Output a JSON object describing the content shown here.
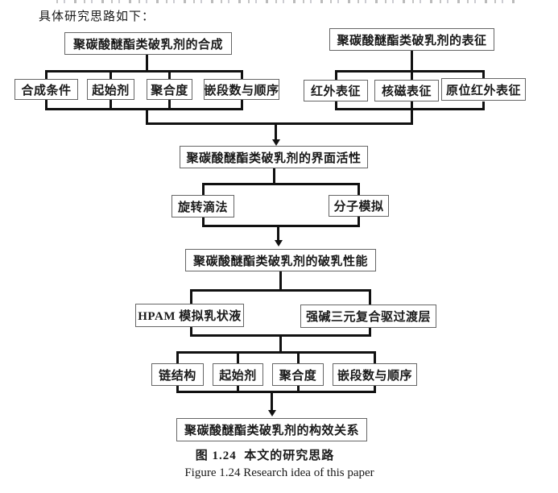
{
  "intro": {
    "text": "具体研究思路如下："
  },
  "figure": {
    "caption_zh": "图 1.24  本文的研究思路",
    "caption_en": "Figure 1.24 Research idea of this paper"
  },
  "nodes": {
    "synthesis": "聚碳酸醚酯类破乳剂的合成",
    "characterization": "聚碳酸醚酯类破乳剂的表征",
    "synthesis_condition": "合成条件",
    "initiator_1": "起始剂",
    "polymerization_degree_1": "聚合度",
    "block_number_order_1": "嵌段数与顺序",
    "ir_characterization": "红外表征",
    "nmr_characterization": "核磁表征",
    "in_situ_ir_characterization": "原位红外表征",
    "interfacial_activity": "聚碳酸醚酯类破乳剂的界面活性",
    "spinning_drop_method": "旋转滴法",
    "molecular_simulation": "分子模拟",
    "demulsification_performance": "聚碳酸醚酯类破乳剂的破乳性能",
    "hpam_emulsion": "HPAM 模拟乳状液",
    "asp_transition_layer": "强碱三元复合驱过渡层",
    "chain_structure": "链结构",
    "initiator_2": "起始剂",
    "polymerization_degree_2": "聚合度",
    "block_number_order_2": "嵌段数与顺序",
    "structure_activity_relationship": "聚碳酸醚酯类破乳剂的构效关系"
  },
  "colors": {
    "background": "#ffffff",
    "box_border": "#666666",
    "connector": "#111111",
    "text": "#1a1a1a"
  }
}
